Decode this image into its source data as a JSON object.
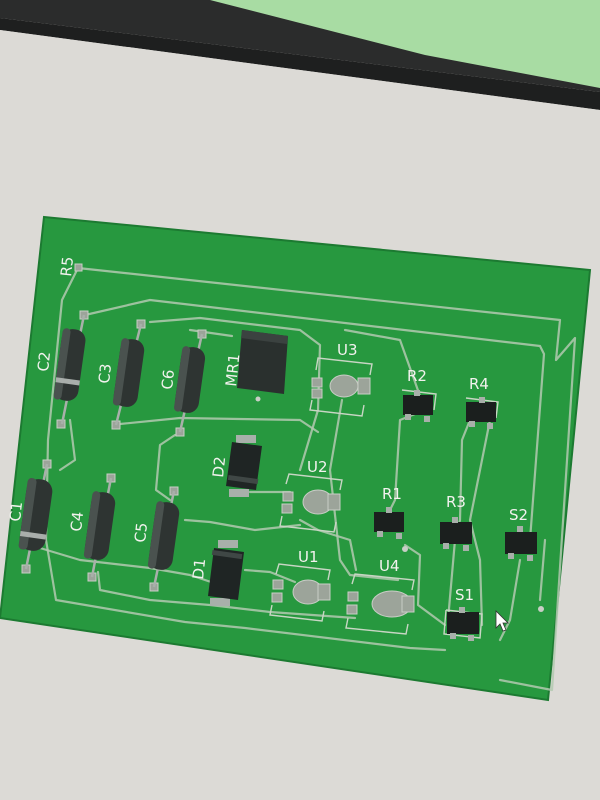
{
  "viewer": {
    "background_color": "#dcdad6",
    "board_color": "#27983f",
    "screen_strip_color": "#a8dca3"
  },
  "components": {
    "R5": "R5",
    "C2": "C2",
    "C3": "C3",
    "C6": "C6",
    "MR1": "MR1",
    "U3": "U3",
    "R2": "R2",
    "R4": "R4",
    "D2": "D2",
    "U2": "U2",
    "R1": "R1",
    "R3": "R3",
    "S2": "S2",
    "C1": "C1",
    "C4": "C4",
    "C5": "C5",
    "D1": "D1",
    "U1": "U1",
    "U4": "U4",
    "S1": "S1"
  }
}
